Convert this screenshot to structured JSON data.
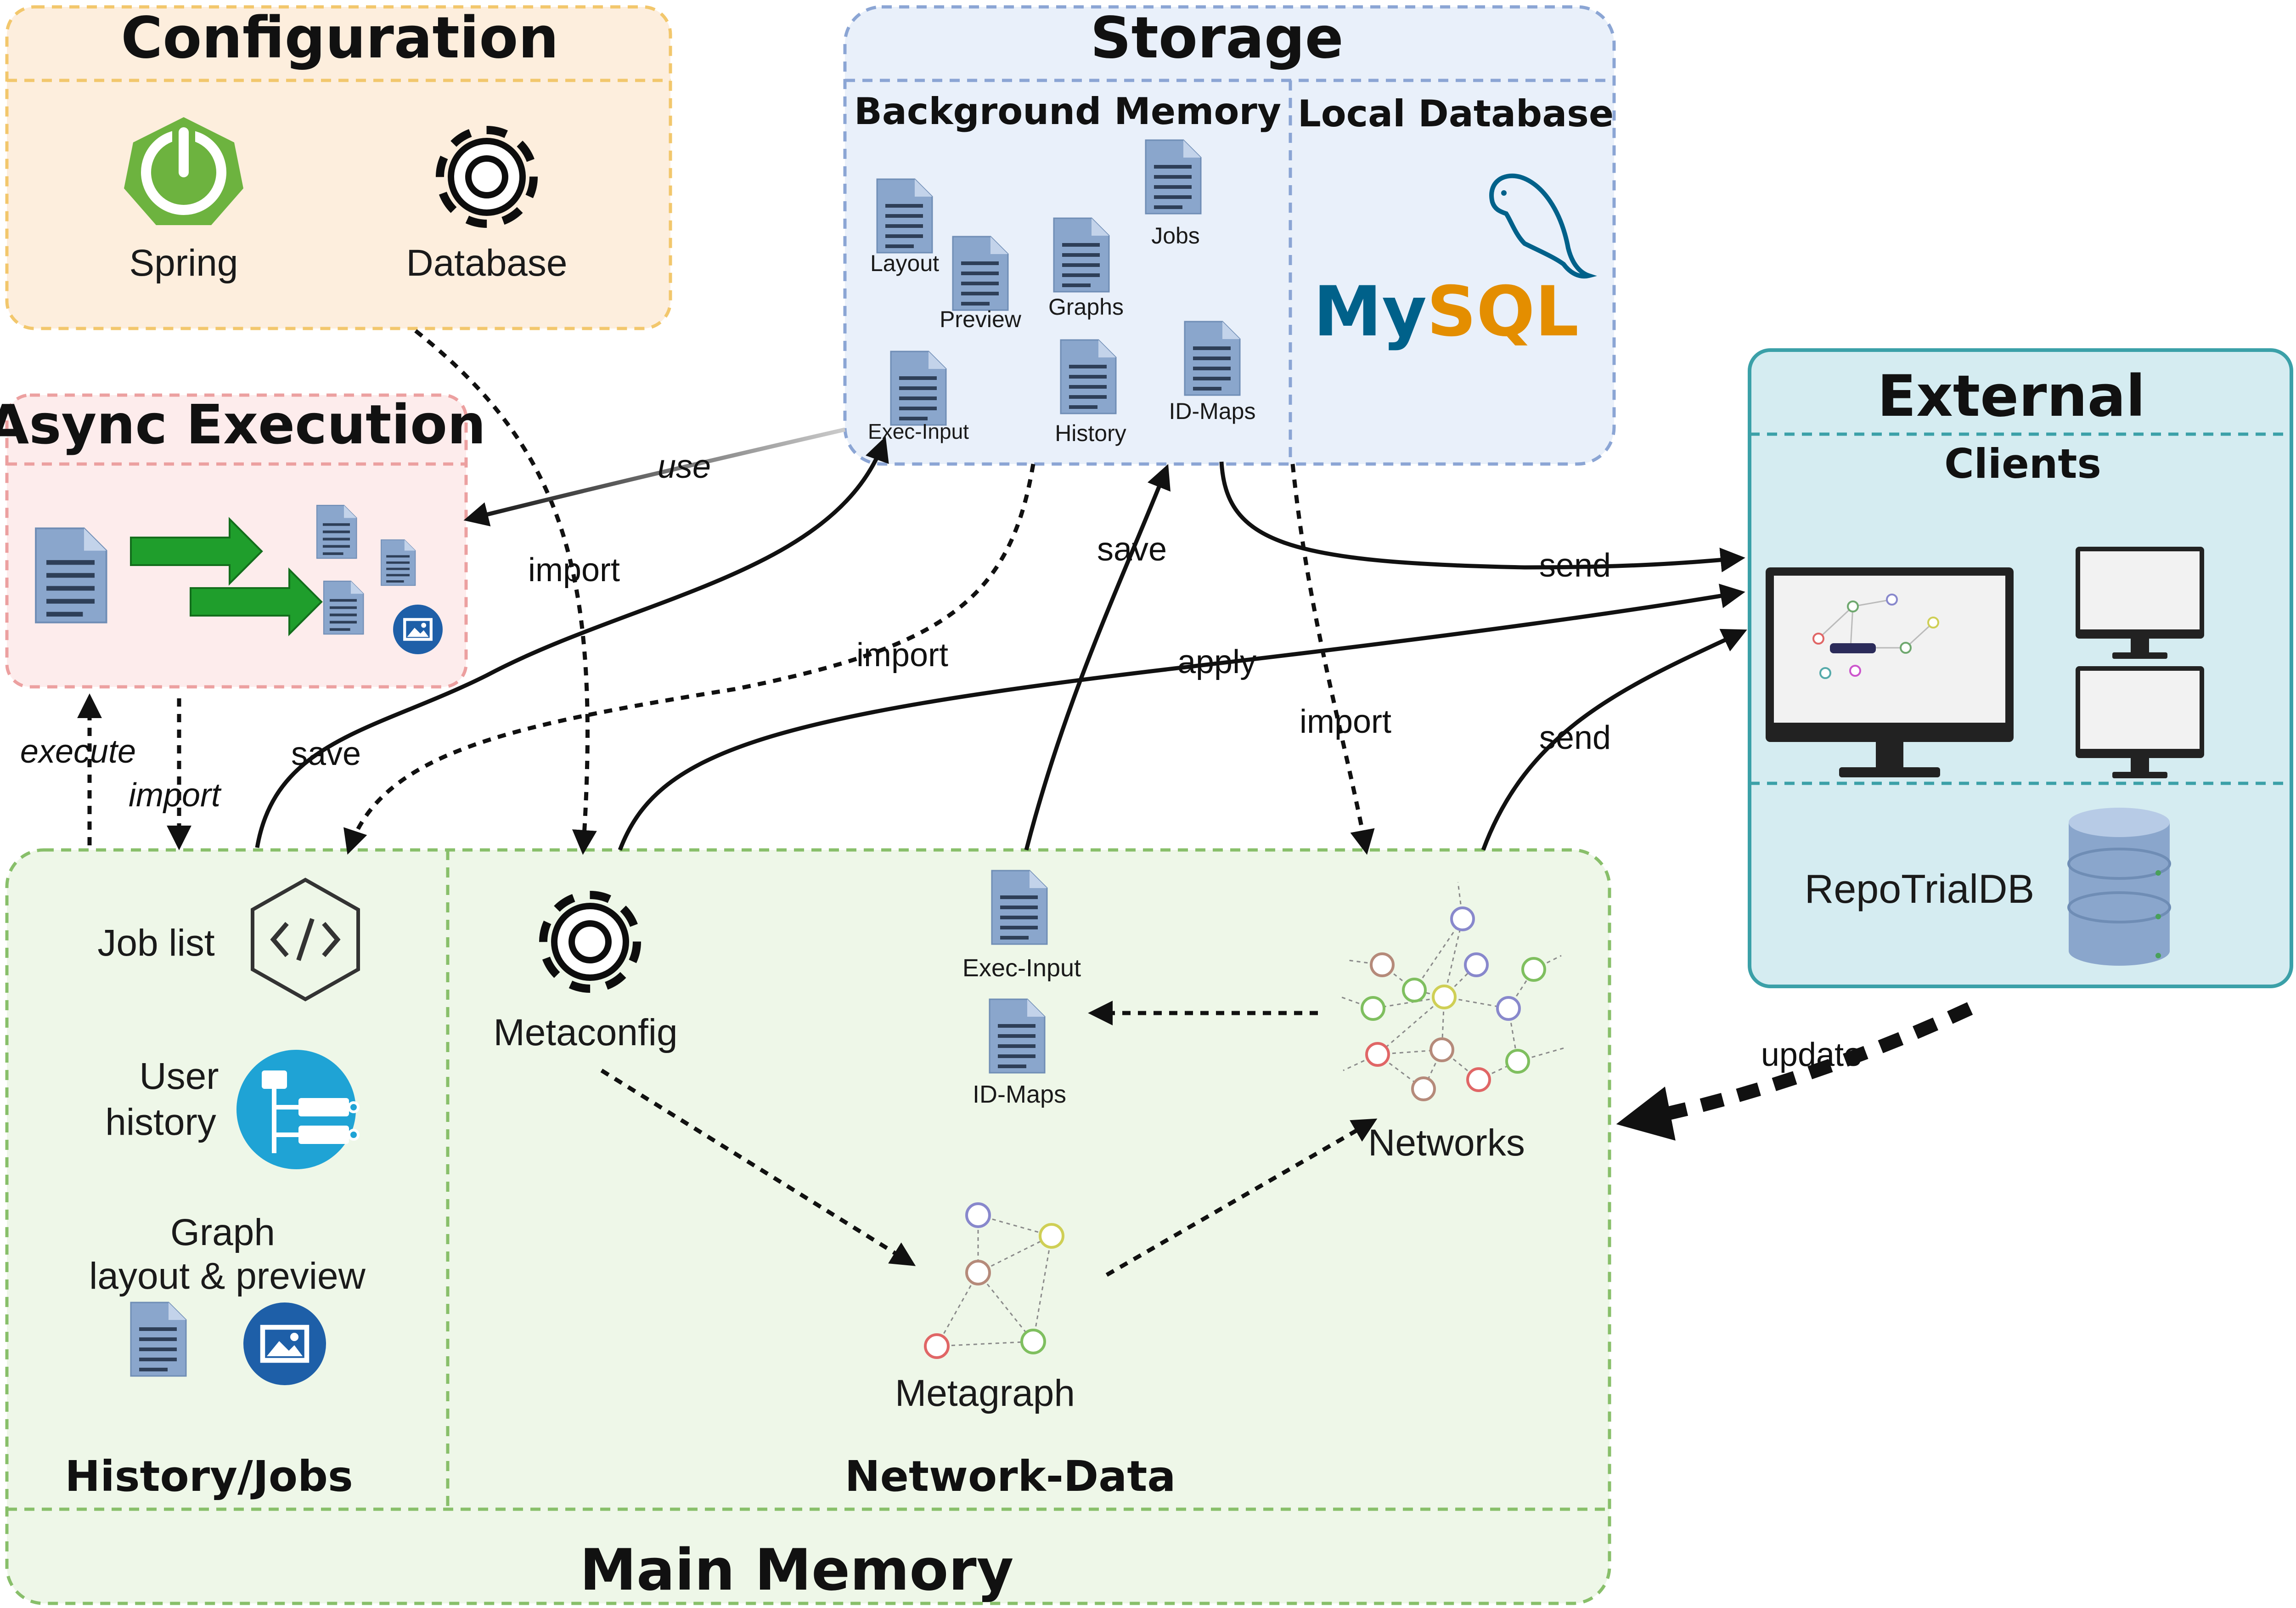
{
  "colors": {
    "config_fill": "#fdeedd",
    "config_border": "#f2c76c",
    "storage_fill": "#e9f0fa",
    "storage_border": "#8ba5d4",
    "async_fill": "#fdecec",
    "async_border": "#eca0a0",
    "external_fill": "#d5ecf1",
    "external_border": "#3ba0a8",
    "main_fill": "#eef7e8",
    "main_border": "#88bf6a",
    "spring_green": "#6db33f",
    "arrow_green": "#1f9e2c",
    "mysql_blue": "#00618a",
    "mysql_orange": "#e48e00"
  },
  "configuration": {
    "title": "Configuration",
    "spring": "Spring",
    "database": "Database"
  },
  "storage": {
    "title": "Storage",
    "background_memory": {
      "title": "Background Memory",
      "files": {
        "layout": "Layout",
        "preview": "Preview",
        "graphs": "Graphs",
        "jobs": "Jobs",
        "exec_input": "Exec-Input",
        "history": "History",
        "id_maps": "ID-Maps"
      }
    },
    "local_database": {
      "title": "Local Database",
      "logo_text": "MySQL"
    }
  },
  "async_execution": {
    "title": "Async Execution"
  },
  "external": {
    "title": "External",
    "clients": "Clients",
    "repotrialdb": "RepoTrialDB"
  },
  "main_memory": {
    "title": "Main Memory",
    "history_jobs": {
      "title": "History/Jobs",
      "job_list": "Job list",
      "user_history": [
        "User",
        "history"
      ],
      "graph_layout": [
        "Graph",
        "layout & preview"
      ]
    },
    "network_data": {
      "title": "Network-Data",
      "metaconfig": "Metaconfig",
      "exec_input": "Exec-Input",
      "id_maps": "ID-Maps",
      "networks": "Networks",
      "metagraph": "Metagraph"
    }
  },
  "edges": {
    "use": "use",
    "import": "import",
    "save": "save",
    "send": "send",
    "apply": "apply",
    "execute": "execute",
    "update": "update"
  },
  "icons": {
    "spring": "spring-power-icon",
    "gear": "gear-icon",
    "mysql": "mysql-dolphin-icon",
    "doc": "document-icon",
    "image": "image-icon",
    "code": "code-hexagon-icon",
    "tree": "user-history-tree-icon",
    "monitor": "monitor-icon",
    "database": "database-cylinder-icon",
    "network": "network-graph-icon",
    "metagraph": "metagraph-icon",
    "arrow": "green-arrow-icon"
  }
}
